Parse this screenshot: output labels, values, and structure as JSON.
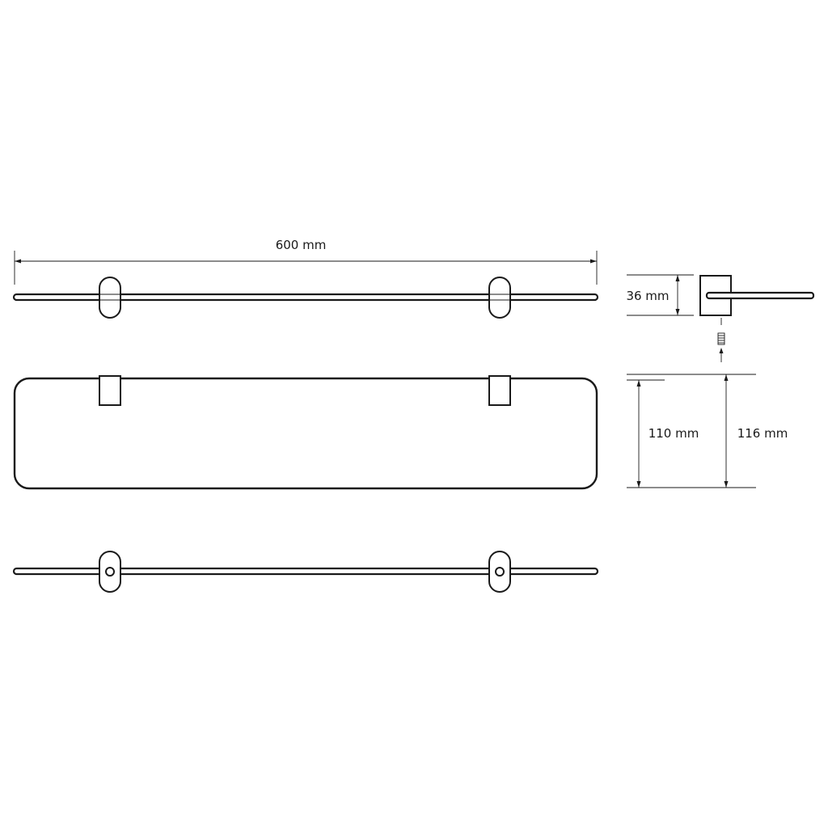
{
  "dimensions": {
    "width_label": "600 mm",
    "depth_side_label": "36 mm",
    "glass_depth_label": "110 mm",
    "total_depth_label": "116 mm"
  }
}
